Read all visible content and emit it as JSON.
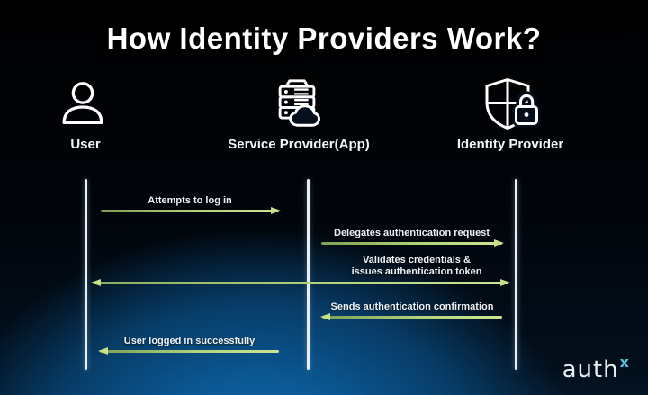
{
  "title": "How Identity Providers Work?",
  "actors": [
    {
      "id": "user",
      "label": "User",
      "icon": "person-outline-icon"
    },
    {
      "id": "service-provider",
      "label": "Service Provider(App)",
      "icon": "server-stack-cloud-icon"
    },
    {
      "id": "identity-provider",
      "label": "Identity Provider",
      "icon": "shield-lock-icon"
    }
  ],
  "messages": [
    {
      "label": "Attempts to log in",
      "from": "user",
      "to": "service-provider",
      "direction": "right"
    },
    {
      "label": "Delegates authentication request",
      "from": "service-provider",
      "to": "identity-provider",
      "direction": "right"
    },
    {
      "label": "Validates credentials &",
      "label_line2": "issues authentication token",
      "from": "identity-provider",
      "to": "user",
      "direction": "both"
    },
    {
      "label": "Sends authentication confirmation",
      "from": "identity-provider",
      "to": "service-provider",
      "direction": "left"
    },
    {
      "label": "User logged in successfully",
      "from": "service-provider",
      "to": "user",
      "direction": "left"
    }
  ],
  "logo": {
    "text": "auth",
    "sup": "x"
  },
  "colors": {
    "arrow_green": "#b3d47b",
    "arrowhead_green": "#c5e28b",
    "lifeline": "#e9eff6",
    "background_blue": "#0b5793",
    "logo_x_blue": "#58bfe6",
    "title_text": "#ffffff"
  }
}
